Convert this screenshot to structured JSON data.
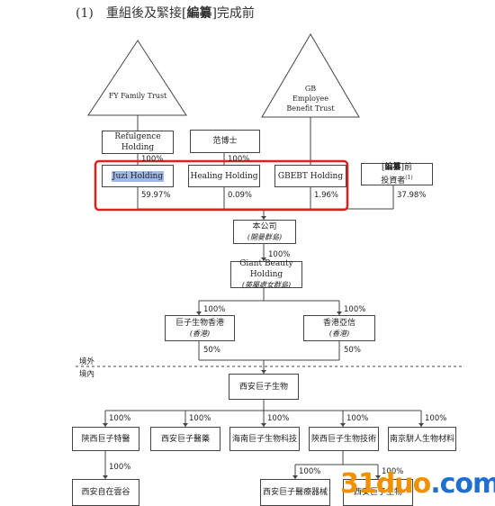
{
  "heading": {
    "number": "(1)",
    "text_pre": "重組後及緊接[",
    "text_bold": "編纂",
    "text_post": "]完成前"
  },
  "triangles": {
    "fy": "FY Family Trust",
    "gb": [
      "GB",
      "Employee",
      "Benefit Trust"
    ]
  },
  "boxes": {
    "refulgence": [
      "Refulgence",
      "Holding"
    ],
    "fan": "范博士",
    "juzi": "Juzi Holding",
    "healing": "Healing Holding",
    "gbebt": "GBEBT Holding",
    "investors_pre": "[",
    "investors_bold": "編纂",
    "investors_post": "]前",
    "investors_line2": "投資者",
    "investors_note": "(1)",
    "company": "本公司",
    "company_sub": "(開曼群島)",
    "giant": "Giant Beauty Holding",
    "giant_sub": "(英屬處女群島)",
    "hk_juzi": "巨子生物香港",
    "hk_juzi_sub": "(香港)",
    "hk_yaxin": "香港亞信",
    "hk_yaxin_sub": "(香港)",
    "xian": "西安巨子生物",
    "c1": "陝西巨子特醫",
    "c2": "西安巨子醫藥",
    "c3": "海南巨子生物科技",
    "c4": "陝西巨子生物技術",
    "c5": "南京駢人生物材料",
    "g1": "西安自在雲谷",
    "g2": "西安巨子醫療器械",
    "g3": "西安巨子生物"
  },
  "percents": {
    "p100": "100%",
    "juzi": "59.97%",
    "healing": "0.09%",
    "gbebt": "1.96%",
    "investors": "37.98%",
    "p50": "50%"
  },
  "divider": {
    "offshore": "境外",
    "onshore": "境內"
  },
  "highlight_color": "#e02020",
  "watermark": {
    "part1": "31duo",
    "part2": ".com"
  }
}
